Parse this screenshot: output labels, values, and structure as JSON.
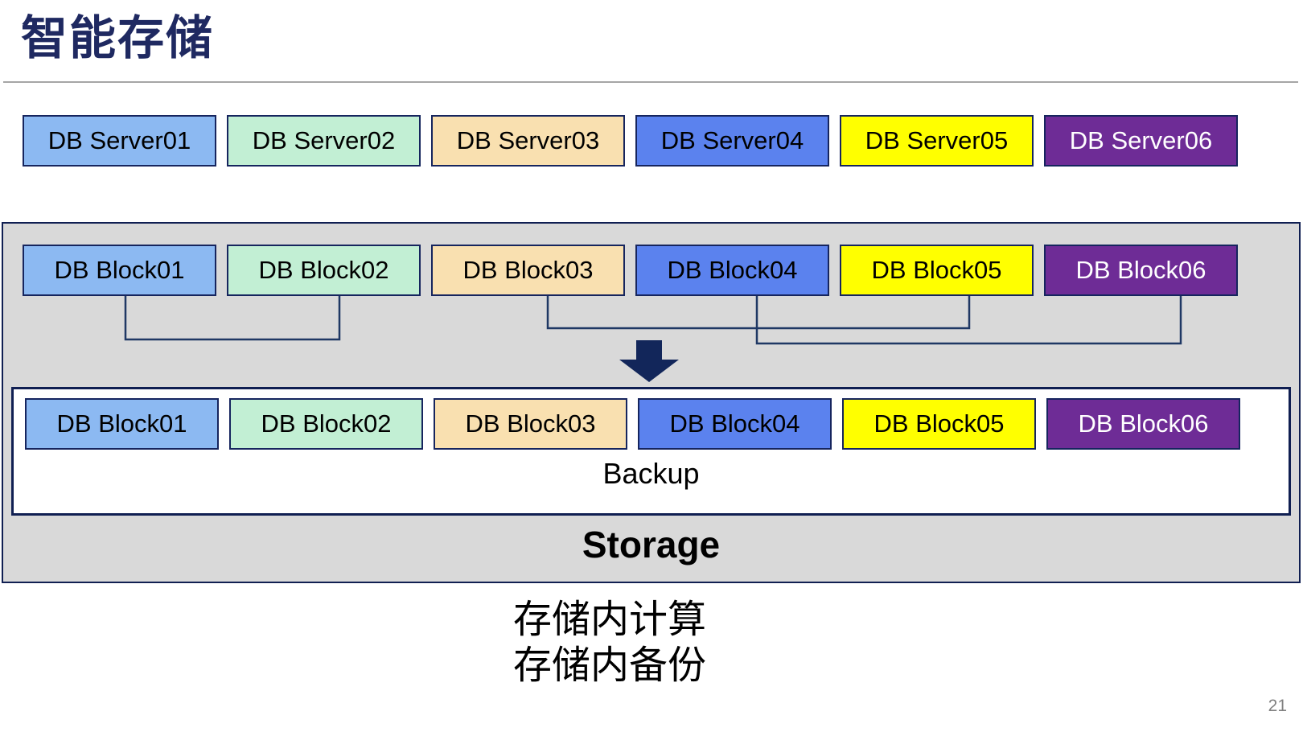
{
  "title": "智能存储",
  "server_row": [
    {
      "label": "DB Server01",
      "fill": "#8CB9F2",
      "text_color": "#000000"
    },
    {
      "label": "DB Server02",
      "fill": "#C2EFD4",
      "text_color": "#000000"
    },
    {
      "label": "DB Server03",
      "fill": "#F9E0B0",
      "text_color": "#000000"
    },
    {
      "label": "DB Server04",
      "fill": "#5B82EE",
      "text_color": "#000000"
    },
    {
      "label": "DB Server05",
      "fill": "#FFFF00",
      "text_color": "#000000"
    },
    {
      "label": "DB Server06",
      "fill": "#6E2C96",
      "text_color": "#FFFFFF"
    }
  ],
  "storage_panel": {
    "top_blocks": [
      {
        "label": "DB Block01",
        "fill": "#8CB9F2",
        "text_color": "#000000"
      },
      {
        "label": "DB Block02",
        "fill": "#C2EFD4",
        "text_color": "#000000"
      },
      {
        "label": "DB Block03",
        "fill": "#F9E0B0",
        "text_color": "#000000"
      },
      {
        "label": "DB Block04",
        "fill": "#5B82EE",
        "text_color": "#000000"
      },
      {
        "label": "DB Block05",
        "fill": "#FFFF00",
        "text_color": "#000000"
      },
      {
        "label": "DB Block06",
        "fill": "#6E2C96",
        "text_color": "#FFFFFF"
      }
    ],
    "bottom_blocks": [
      {
        "label": "DB Block01",
        "fill": "#8CB9F2",
        "text_color": "#000000"
      },
      {
        "label": "DB Block02",
        "fill": "#C2EFD4",
        "text_color": "#000000"
      },
      {
        "label": "DB Block03",
        "fill": "#F9E0B0",
        "text_color": "#000000"
      },
      {
        "label": "DB Block04",
        "fill": "#5B82EE",
        "text_color": "#000000"
      },
      {
        "label": "DB Block05",
        "fill": "#FFFF00",
        "text_color": "#000000"
      },
      {
        "label": "DB Block06",
        "fill": "#6E2C96",
        "text_color": "#FFFFFF"
      }
    ],
    "backup_label": "Backup",
    "storage_label": "Storage"
  },
  "captions": {
    "line1": "存储内计算",
    "line2": "存储内备份"
  },
  "page_number": "21",
  "colors": {
    "title_color": "#1F2961",
    "rule": "#A6A6A6",
    "box_border": "#16255E",
    "panel_fill": "#D9D9D9",
    "panel_border": "#101F52",
    "connector": "#1F3864",
    "arrow": "#12265A",
    "page_number": "#808080"
  }
}
